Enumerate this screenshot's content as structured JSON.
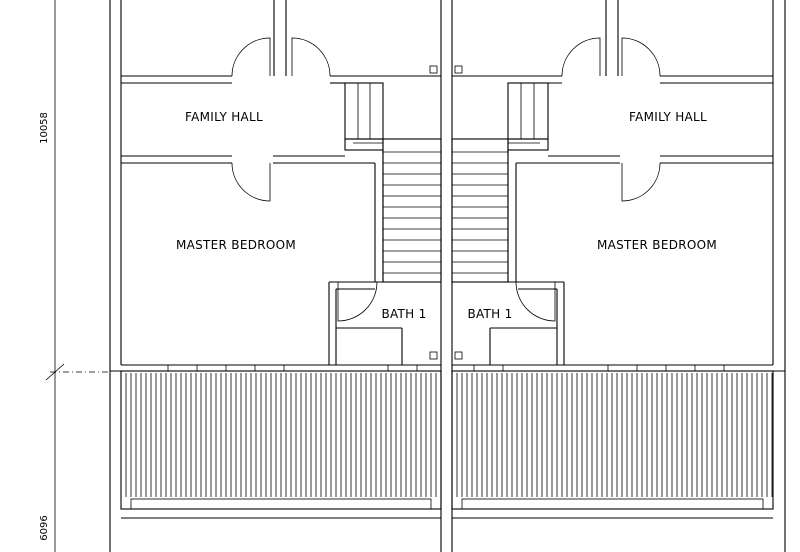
{
  "rooms": {
    "family_hall_left": "FAMILY HALL",
    "family_hall_right": "FAMILY HALL",
    "master_bedroom_left": "MASTER BEDROOM",
    "master_bedroom_right": "MASTER BEDROOM",
    "bath_left": "BATH 1",
    "bath_right": "BATH 1"
  },
  "dimensions": {
    "upper": "10058",
    "lower": "6096"
  }
}
